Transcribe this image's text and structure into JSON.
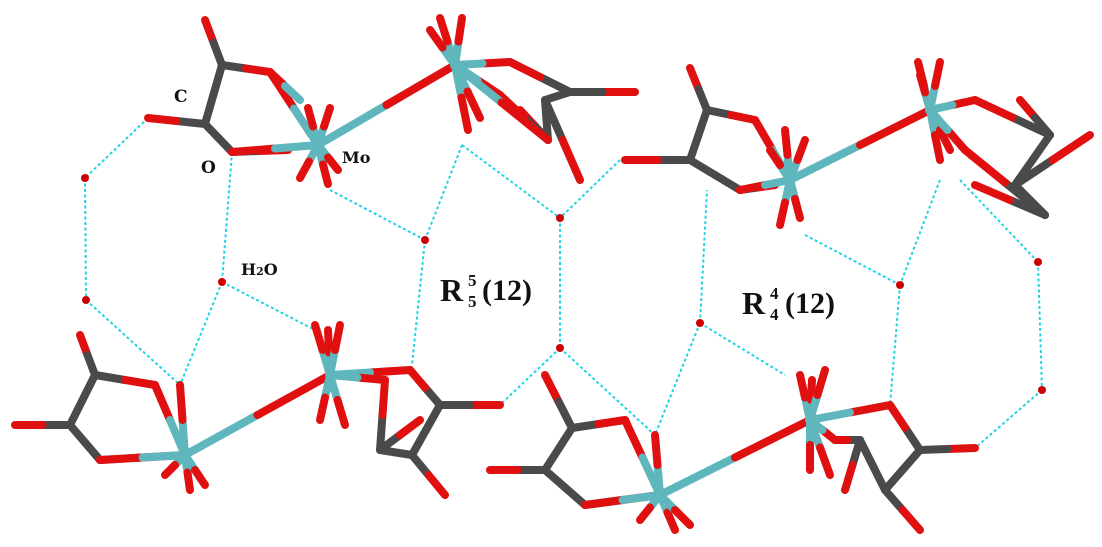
{
  "labels": {
    "carbon": "C",
    "oxygen": "O",
    "molybdenum": "Mo",
    "water_h": "H",
    "water_sub": "2",
    "water_o": "O"
  },
  "motifs": [
    {
      "letter": "R",
      "sup": "5",
      "sub": "5",
      "size": "(12)"
    },
    {
      "letter": "R",
      "sup": "4",
      "sub": "4",
      "size": "(12)"
    }
  ],
  "colors": {
    "carbon": "#4a4a4a",
    "oxygen": "#e01010",
    "molybdenum": "#5fb7bd",
    "hbond": "#22d3e6",
    "water": "#cc0000"
  }
}
